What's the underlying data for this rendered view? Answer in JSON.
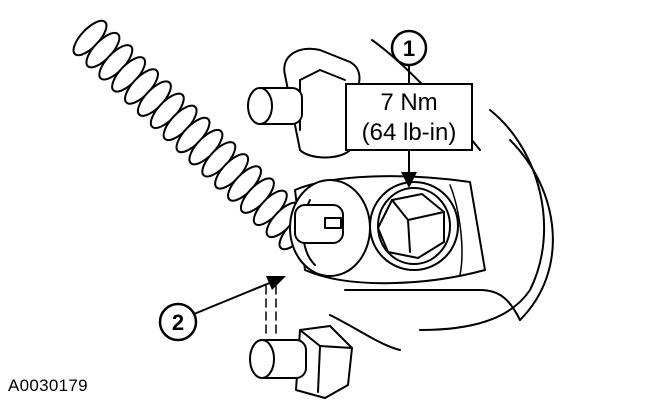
{
  "callouts": {
    "one": "1",
    "two": "2"
  },
  "torque": {
    "metric": "7 Nm",
    "imperial": "(64 lb-in)"
  },
  "figure_id": "A0030179"
}
